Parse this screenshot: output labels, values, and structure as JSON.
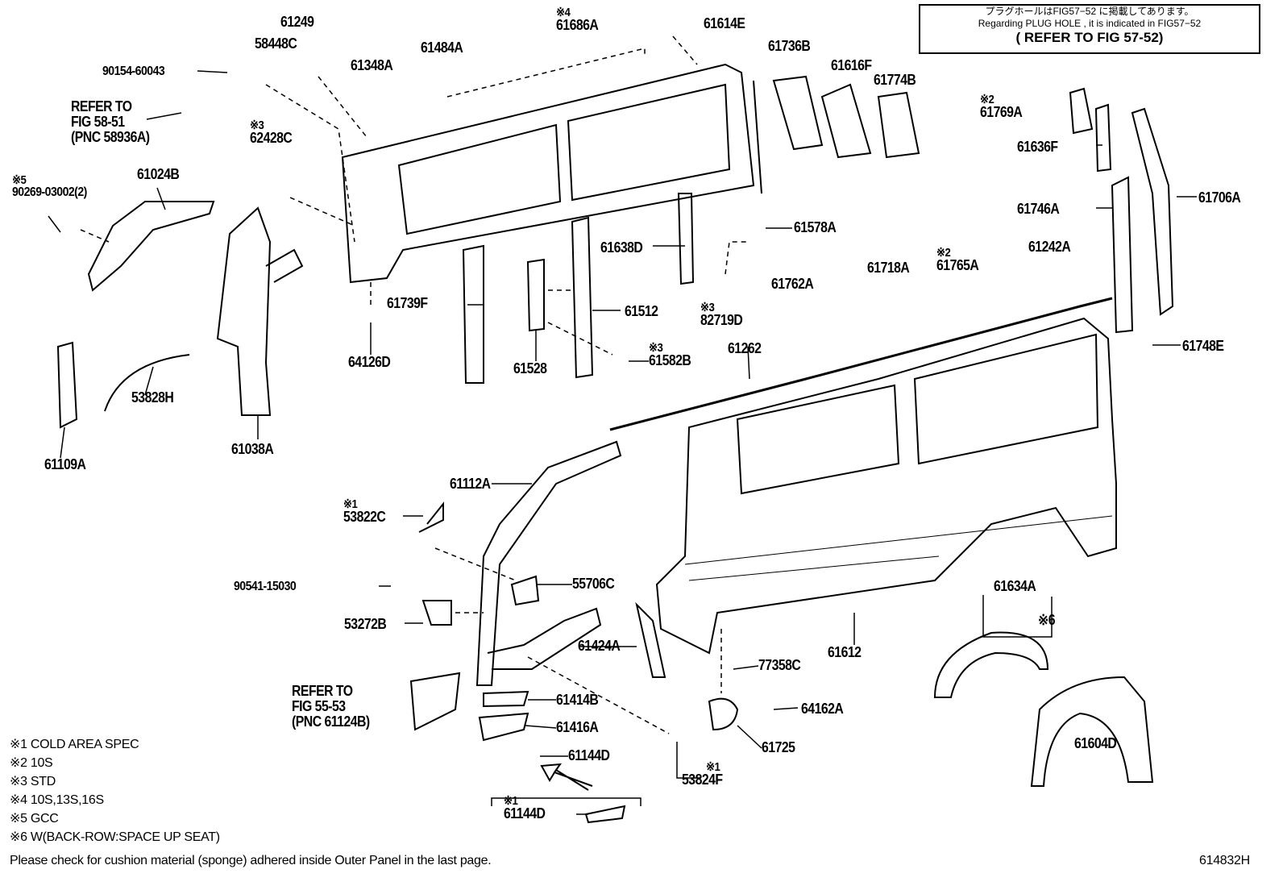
{
  "notice": {
    "line_jp": "プラグホールはFIG57−52 に掲載してあります。",
    "line_en": "Regarding PLUG HOLE , it is indicated in FIG57−52",
    "line_ref": "( REFER TO FIG 57-52)"
  },
  "parts": [
    {
      "id": "61249",
      "mark": ""
    },
    {
      "id": "61686A",
      "mark": "※4"
    },
    {
      "id": "61614E",
      "mark": ""
    },
    {
      "id": "58448C",
      "mark": ""
    },
    {
      "id": "61484A",
      "mark": ""
    },
    {
      "id": "90154-60043",
      "mark": ""
    },
    {
      "id": "61348A",
      "mark": ""
    },
    {
      "id": "61736B",
      "mark": ""
    },
    {
      "id": "61616F",
      "mark": ""
    },
    {
      "id": "61774B",
      "mark": ""
    },
    {
      "id": "62428C",
      "mark": "※3"
    },
    {
      "id": "61769A",
      "mark": "※2"
    },
    {
      "id": "61636F",
      "mark": ""
    },
    {
      "id": "90269-03002(2)",
      "mark": "※5"
    },
    {
      "id": "61024B",
      "mark": ""
    },
    {
      "id": "61746A",
      "mark": ""
    },
    {
      "id": "61706A",
      "mark": ""
    },
    {
      "id": "61578A",
      "mark": ""
    },
    {
      "id": "61638D",
      "mark": ""
    },
    {
      "id": "61718A",
      "mark": ""
    },
    {
      "id": "61765A",
      "mark": "※2"
    },
    {
      "id": "61242A",
      "mark": ""
    },
    {
      "id": "61762A",
      "mark": ""
    },
    {
      "id": "61739F",
      "mark": ""
    },
    {
      "id": "61512",
      "mark": ""
    },
    {
      "id": "82719D",
      "mark": "※3"
    },
    {
      "id": "61748E",
      "mark": ""
    },
    {
      "id": "61262",
      "mark": ""
    },
    {
      "id": "64126D",
      "mark": ""
    },
    {
      "id": "61528",
      "mark": ""
    },
    {
      "id": "61582B",
      "mark": "※3"
    },
    {
      "id": "53828H",
      "mark": ""
    },
    {
      "id": "61109A",
      "mark": ""
    },
    {
      "id": "61038A",
      "mark": ""
    },
    {
      "id": "61112A",
      "mark": ""
    },
    {
      "id": "53822C",
      "mark": "※1"
    },
    {
      "id": "55706C",
      "mark": ""
    },
    {
      "id": "90541-15030",
      "mark": ""
    },
    {
      "id": "61634A",
      "mark": ""
    },
    {
      "id": "53272B",
      "mark": ""
    },
    {
      "id": "61424A",
      "mark": ""
    },
    {
      "id": "61612",
      "mark": ""
    },
    {
      "id": "77358C",
      "mark": ""
    },
    {
      "id": "61414B",
      "mark": ""
    },
    {
      "id": "64162A",
      "mark": ""
    },
    {
      "id": "61416A",
      "mark": ""
    },
    {
      "id": "61725",
      "mark": ""
    },
    {
      "id": "61604D",
      "mark": ""
    },
    {
      "id": "61144D",
      "mark": ""
    },
    {
      "id": "53824F",
      "mark": "※1"
    },
    {
      "id": "61144D",
      "mark": "※1"
    }
  ],
  "mark6": "※6",
  "refer1": {
    "l1": "REFER TO",
    "l2": "FIG 58-51",
    "l3": "(PNC 58936A)"
  },
  "refer2": {
    "l1": "REFER TO",
    "l2": "FIG 55-53",
    "l3": "(PNC 61124B)"
  },
  "footnotes": [
    "※1 COLD AREA SPEC",
    "※2 10S",
    "※3 STD",
    "※4 10S,13S,16S",
    "※5 GCC",
    "※6 W(BACK-ROW:SPACE UP SEAT)"
  ],
  "bottom_note": "Please check for cushion material (sponge) adhered inside Outer Panel in the last page.",
  "figure_id": "614832H"
}
